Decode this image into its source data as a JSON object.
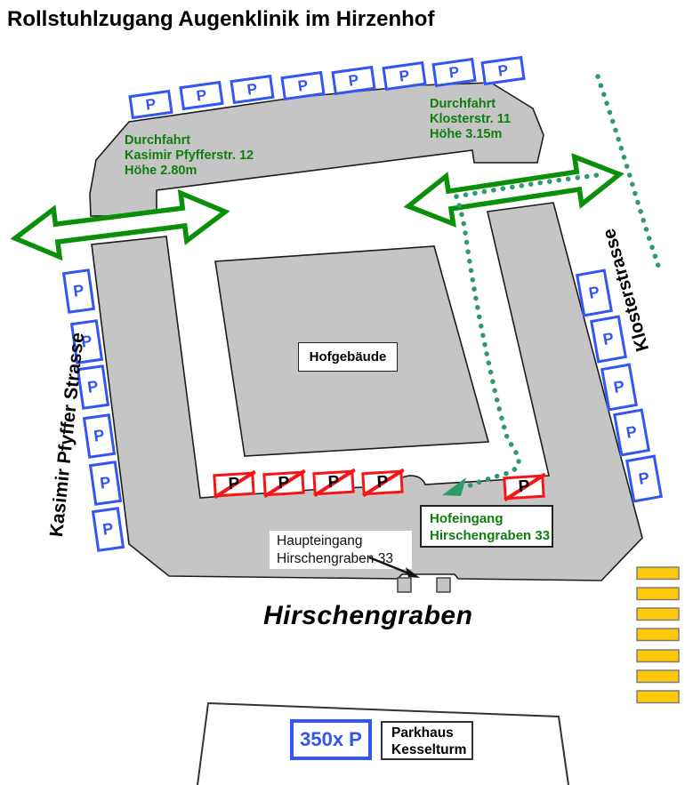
{
  "title": "Rollstuhlzugang Augenklinik im Hirzenhof",
  "streets": {
    "west": "Kasimir Pfyffer Strasse",
    "east": "Klosterstrasse",
    "south": "Hirschengraben"
  },
  "passages": {
    "west": {
      "lines": [
        "Durchfahrt",
        "Kasimir Pfyfferstr. 12",
        "Höhe 2.80m"
      ]
    },
    "east": {
      "lines": [
        "Durchfahrt",
        "Klosterstr. 11",
        "Höhe 3.15m"
      ]
    }
  },
  "buildings": {
    "courtyard_building": "Hofgebäude",
    "parkhaus": {
      "capacity_label": "350x P",
      "name_lines": [
        "Parkhaus",
        "Kesselturm"
      ]
    }
  },
  "entrances": {
    "main": {
      "lines": [
        "Haupteingang",
        "Hirschengraben 33"
      ]
    },
    "courtyard": {
      "lines": [
        "Hofeingang",
        "Hirschengraben 33"
      ]
    }
  },
  "parking": {
    "marker": "P",
    "north_spots": 8,
    "west_spots": 6,
    "east_spots": 5,
    "no_parking_spots": 5
  },
  "colors": {
    "route_green": "#2f9a6a",
    "arrow_green": "#0a8f0a",
    "text_green": "#0f7d0f",
    "parking_blue": "#3355f5",
    "no_parking_red": "#f81414",
    "building_gray": "#c5c5c5",
    "crosswalk_yellow": "#ffc808"
  }
}
